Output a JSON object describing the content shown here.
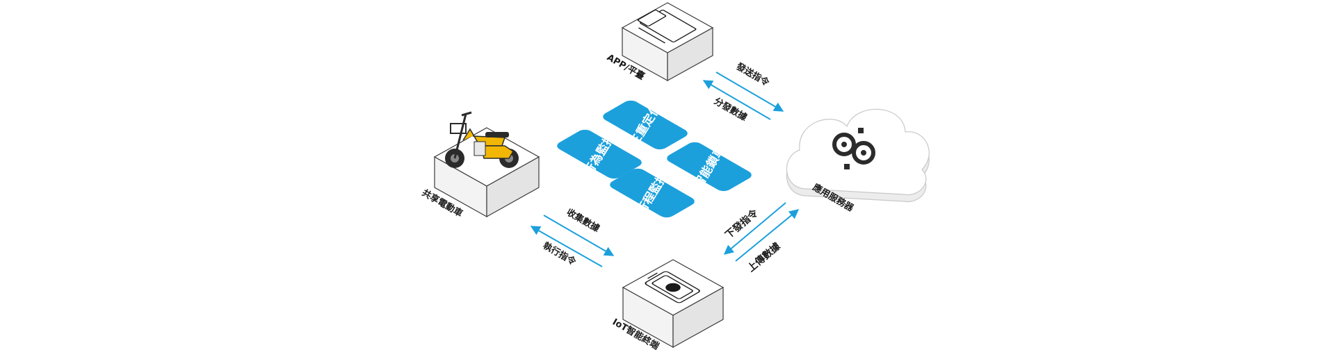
{
  "colors": {
    "accent": "#1ba0dc",
    "outline": "#3a3a3a",
    "scooter_yellow": "#f2b705"
  },
  "nodes": {
    "app": {
      "label": "APP/平臺",
      "icon": "devices-icon"
    },
    "cloud": {
      "label": "應用服務器",
      "icon": "server-logo-icon"
    },
    "iot": {
      "label": "IoT智能終端",
      "icon": "iot-device-icon"
    },
    "scooter": {
      "label": "共享電動車",
      "icon": "e-scooter-icon"
    }
  },
  "flows": {
    "app_cloud": {
      "forward": "發送指令",
      "back": "分發數據"
    },
    "cloud_iot": {
      "forward": "下發指令",
      "back": "上傳數據"
    },
    "iot_scooter": {
      "forward": "收集數據",
      "back": "執行指令"
    }
  },
  "features": [
    {
      "label": "三重定位"
    },
    {
      "label": "智能鎖車"
    },
    {
      "label": "行程監控"
    },
    {
      "label": "行為監控"
    }
  ]
}
